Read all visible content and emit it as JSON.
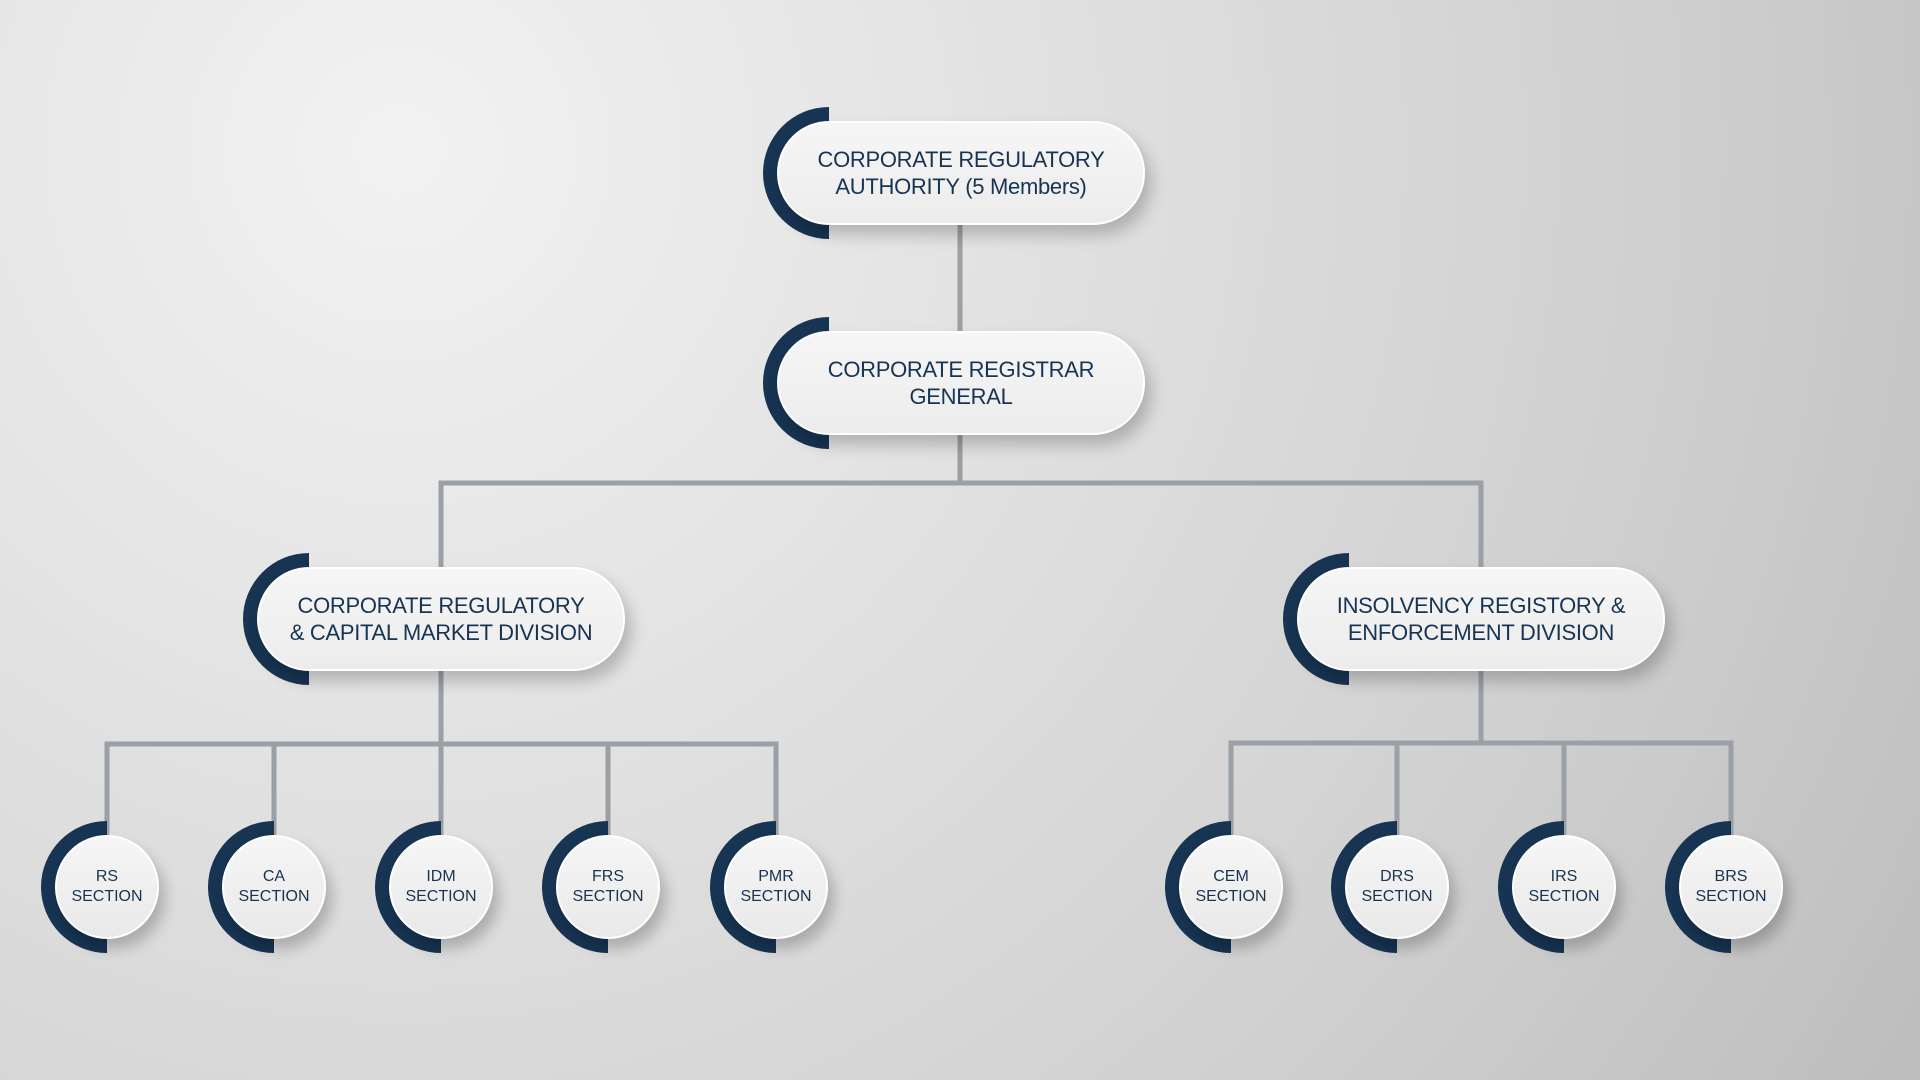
{
  "colors": {
    "accent": "#173452",
    "connector": "#9aa0a6",
    "node_fill": "#f2f2f2"
  },
  "chart": {
    "authority": {
      "label": "CORPORATE REGULATORY\nAUTHORITY (5 Members)"
    },
    "registrar": {
      "label": "CORPORATE REGISTRAR\nGENERAL"
    },
    "divisions": [
      {
        "label": "CORPORATE REGULATORY\n& CAPITAL MARKET DIVISION",
        "sections": [
          {
            "label": "RS\nSECTION"
          },
          {
            "label": "CA\nSECTION"
          },
          {
            "label": "IDM\nSECTION"
          },
          {
            "label": "FRS\nSECTION"
          },
          {
            "label": "PMR\nSECTION"
          }
        ]
      },
      {
        "label": "INSOLVENCY REGISTORY &\nENFORCEMENT DIVISION",
        "sections": [
          {
            "label": "CEM\nSECTION"
          },
          {
            "label": "DRS\nSECTION"
          },
          {
            "label": "IRS\nSECTION"
          },
          {
            "label": "BRS\nSECTION"
          }
        ]
      }
    ]
  }
}
